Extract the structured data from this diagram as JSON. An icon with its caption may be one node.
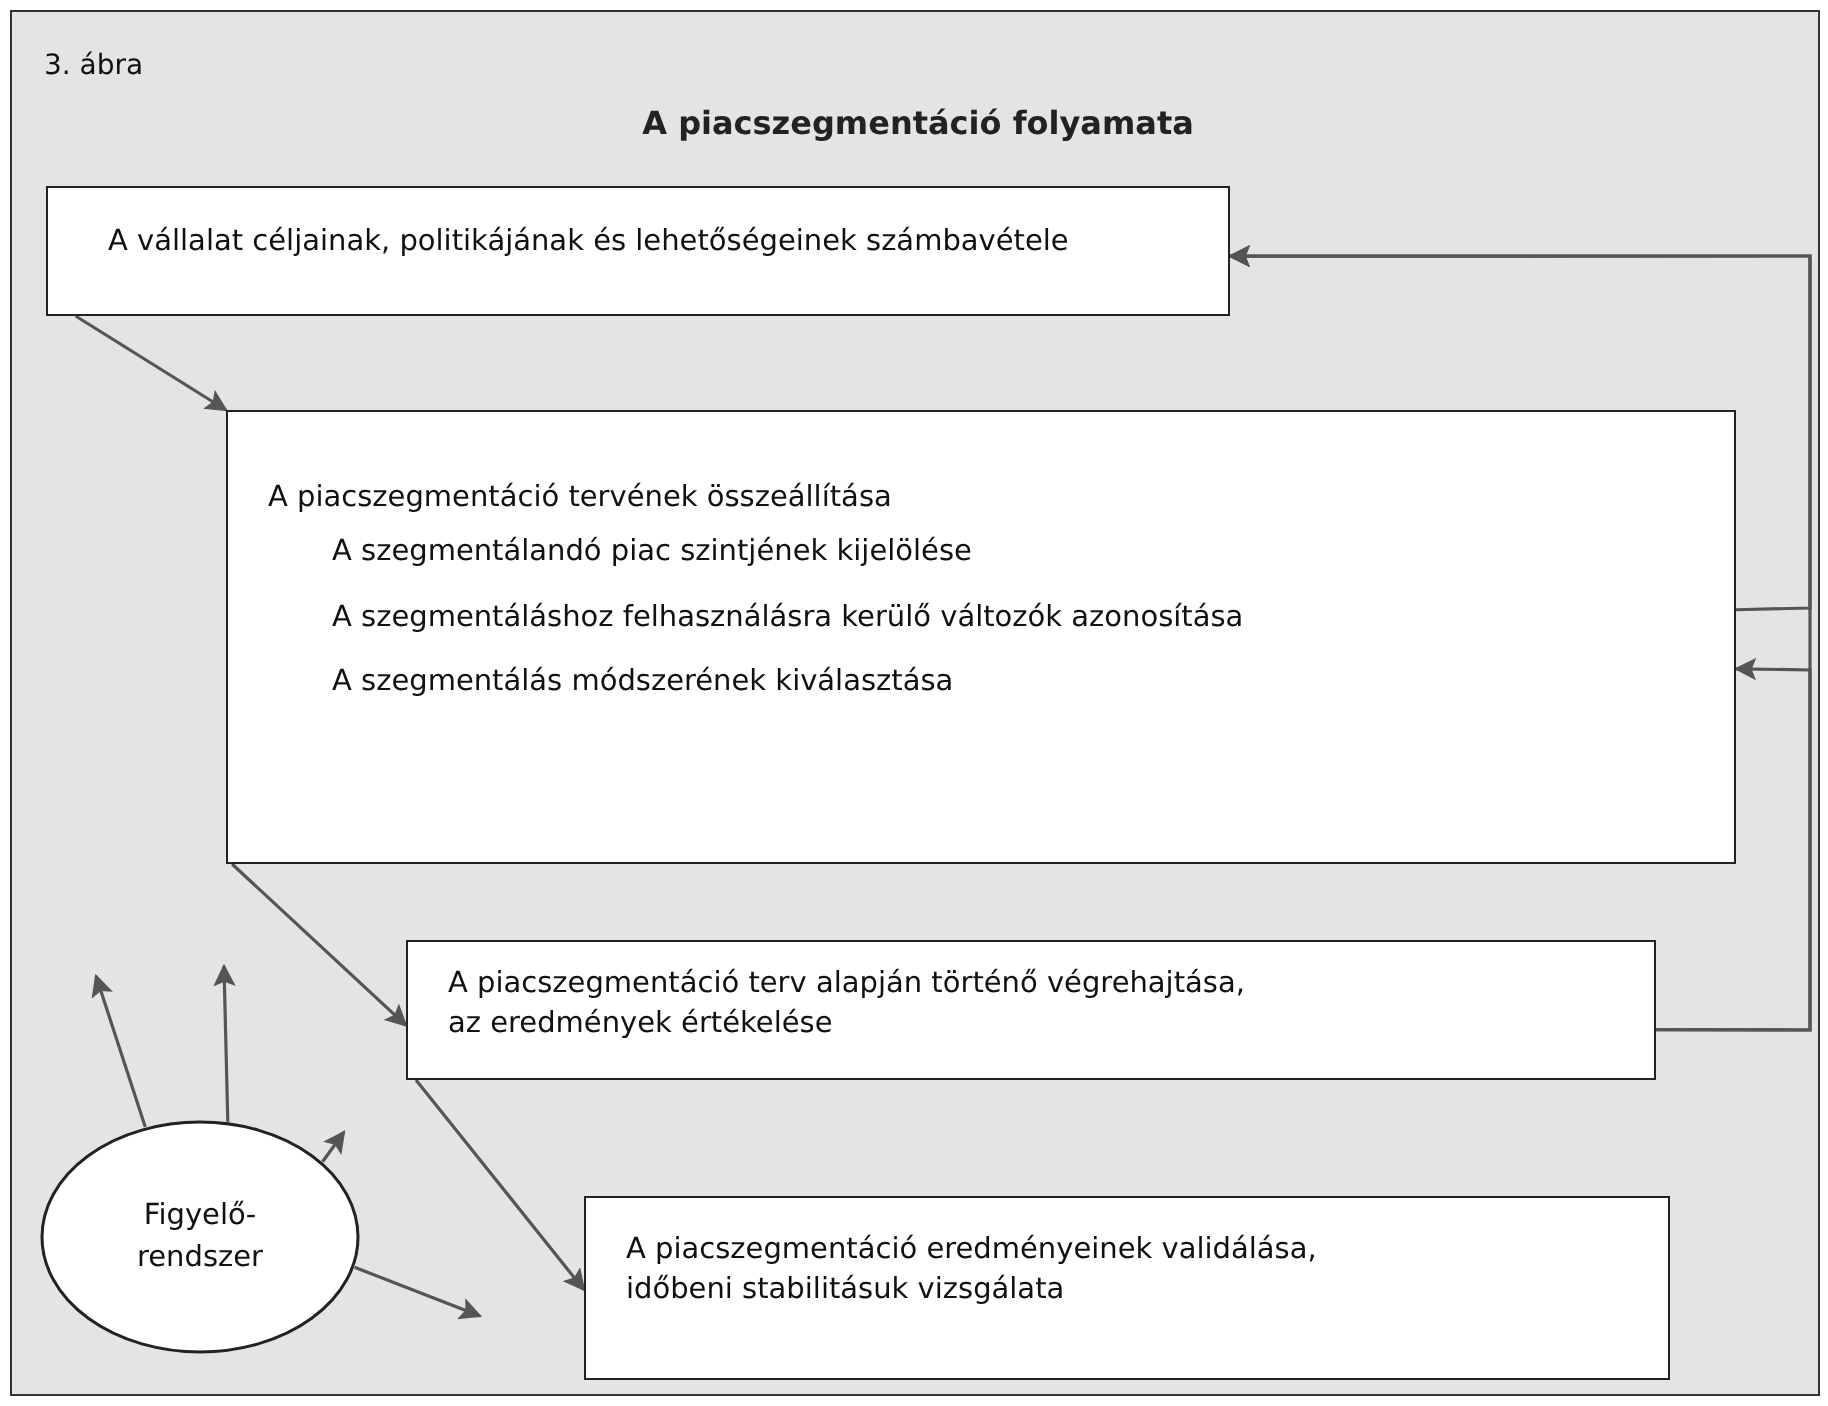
{
  "diagram": {
    "title": "A piacszegmentáció folyamata",
    "nodes": [
      {
        "text": [
          "A vállalat céljainak, politikájának és lehetőségeinek számbavétele"
        ]
      },
      {
        "text": [
          "A piacszegmentáció tervének összeállítása",
          "A szegmentálandó piac szintjének kijelölése",
          "A szegmentáláshoz felhasználásra kerülő változók azonosítása",
          "A szegmentálás módszerének kiválasztása"
        ]
      },
      {
        "text": [
          "A piacszegmentáció terv alapján történő végrehajtása, az eredmények értékelése"
        ]
      },
      {
        "text": [
          "A piacszegmentáció eredményeinek validálása, időbeni stabilitásuk vizsgálata"
        ]
      },
      {
        "text": [
          "Figyelő- rendszer"
        ]
      }
    ],
    "edges": [
      {
        "from": 0,
        "to": 1,
        "arrow": "to"
      },
      {
        "from": 1,
        "to": 2,
        "arrow": "to"
      },
      {
        "from": 2,
        "to": 3,
        "arrow": "to"
      },
      {
        "from": 1,
        "to": 0,
        "arrow": "to"
      },
      {
        "from": 2,
        "to": 0,
        "arrow": "to"
      },
      {
        "from": 2,
        "to": 1,
        "arrow": "to"
      },
      {
        "from": 4,
        "to": null,
        "arrow": "to"
      },
      {
        "from": 4,
        "to": null,
        "arrow": "to"
      },
      {
        "from": 4,
        "to": null,
        "arrow": "to"
      },
      {
        "from": 4,
        "to": null,
        "arrow": "to"
      }
    ],
    "labels": [
      "3. ábra"
    ]
  }
}
